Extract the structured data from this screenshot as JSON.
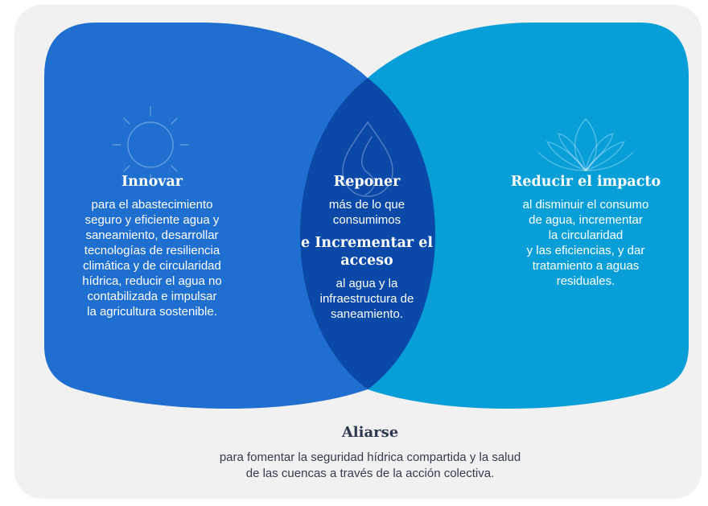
{
  "colors": {
    "panel_background": "#f1f1f2",
    "left_shape": "#1f6fd0",
    "right_shape": "#089fd9",
    "overlap": "#0b49a9",
    "text_on_shapes": "#ffffff",
    "footer_text": "#2d3750"
  },
  "icons": {
    "left": "sun-icon",
    "center": "water-drop-icon",
    "right": "lotus-icon"
  },
  "innovar": {
    "title": "Innovar",
    "text": "para el abastecimiento\nseguro y eficiente agua y\nsaneamiento, desarrollar\ntecnologías de resiliencia\nclimática y de circularidad\nhídrica, reducir el agua no\ncontabilizada e impulsar\nla agricultura sostenible."
  },
  "reponer": {
    "title": "Reponer",
    "text": "más de lo que\nconsumimos",
    "subtitle": "e Incrementar el\nacceso",
    "subtext": "al agua y la\ninfraestructura de\nsaneamiento."
  },
  "reducir": {
    "title": "Reducir el impacto",
    "text": "al disminuir el consumo\nde agua, incrementar\nla circularidad\ny las eficiencias, y dar\ntratamiento a aguas\nresiduales."
  },
  "aliarse": {
    "title": "Aliarse",
    "text": "para fomentar la seguridad hídrica compartida y la salud\nde las cuencas a través de la acción colectiva."
  }
}
